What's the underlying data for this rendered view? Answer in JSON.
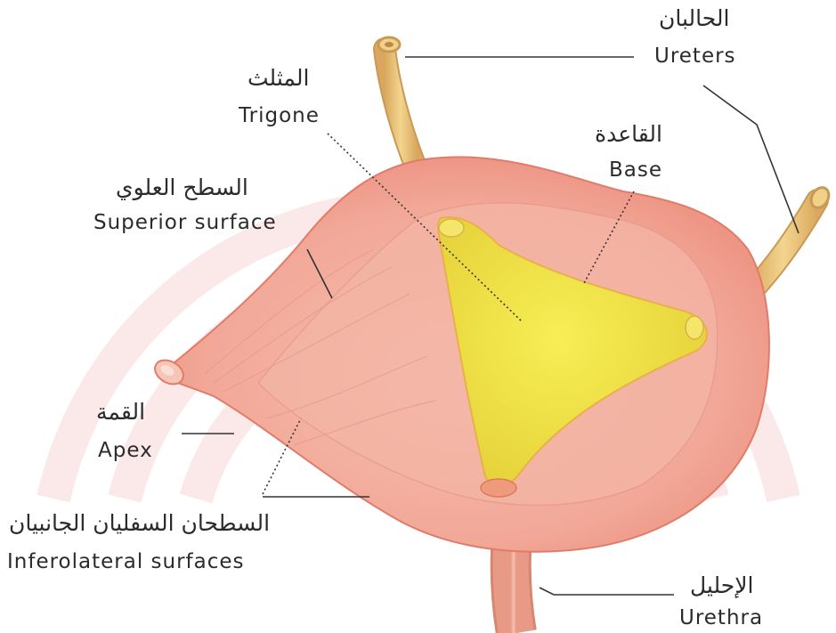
{
  "labels": {
    "ureters": {
      "ar": "الحالبان",
      "en": "Ureters"
    },
    "trigone": {
      "ar": "المثلث",
      "en": "Trigone"
    },
    "base": {
      "ar": "القاعدة",
      "en": "Base"
    },
    "superior_surface": {
      "ar": "السطح العلوي",
      "en": "Superior surface"
    },
    "apex": {
      "ar": "القمة",
      "en": "Apex"
    },
    "inferolateral_surfaces": {
      "ar": "السطحان السفليان الجانبيان",
      "en": "Inferolateral surfaces"
    },
    "urethra": {
      "ar": "الإحليل",
      "en": "Urethra"
    }
  },
  "colors": {
    "bladder_outer": "#f0a394",
    "bladder_inner": "#f4b5a5",
    "trigone": "#eee23a",
    "tube": "#e8c27a",
    "background_arcs": "#fbe9ea",
    "leader_line": "#333333"
  }
}
